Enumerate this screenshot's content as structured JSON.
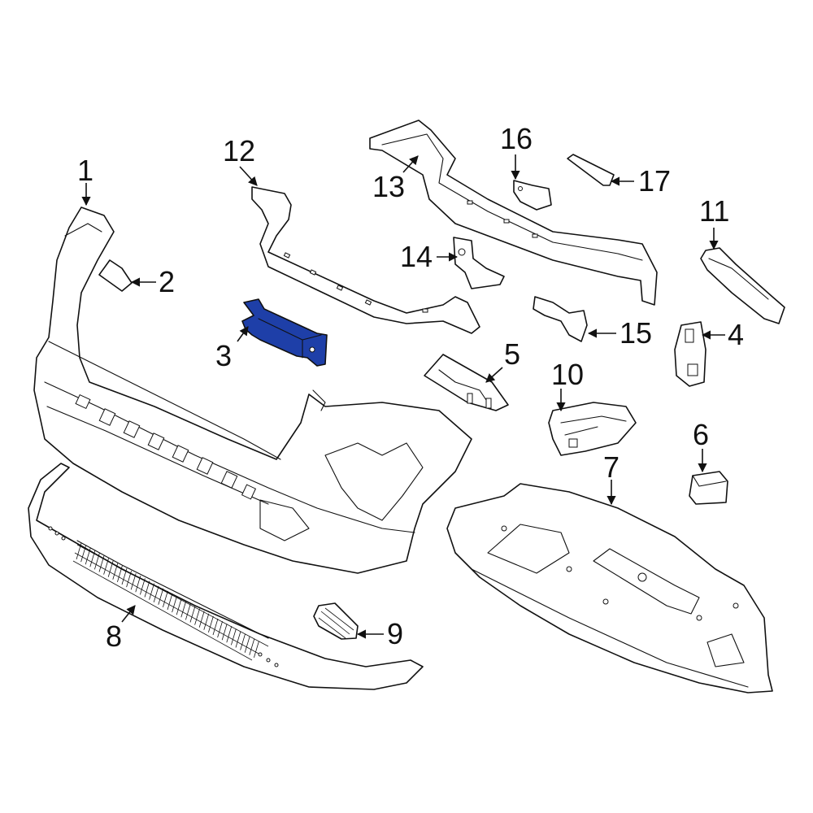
{
  "highlight_color": "#1e3fa8",
  "callouts": [
    {
      "id": "1",
      "label": "1"
    },
    {
      "id": "2",
      "label": "2"
    },
    {
      "id": "3",
      "label": "3",
      "highlighted": true
    },
    {
      "id": "4",
      "label": "4"
    },
    {
      "id": "5",
      "label": "5"
    },
    {
      "id": "6",
      "label": "6"
    },
    {
      "id": "7",
      "label": "7"
    },
    {
      "id": "8",
      "label": "8"
    },
    {
      "id": "9",
      "label": "9"
    },
    {
      "id": "10",
      "label": "10"
    },
    {
      "id": "11",
      "label": "11"
    },
    {
      "id": "12",
      "label": "12"
    },
    {
      "id": "13",
      "label": "13"
    },
    {
      "id": "14",
      "label": "14"
    },
    {
      "id": "15",
      "label": "15"
    },
    {
      "id": "16",
      "label": "16"
    },
    {
      "id": "17",
      "label": "17"
    }
  ]
}
